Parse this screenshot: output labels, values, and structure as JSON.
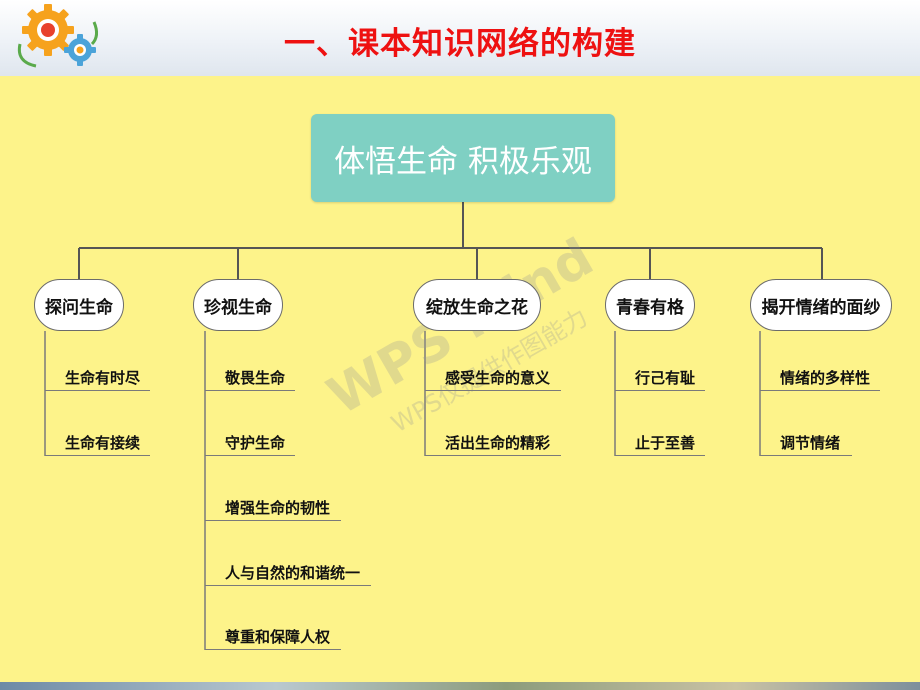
{
  "header": {
    "title": "一、课本知识网络的构建"
  },
  "diagram": {
    "root": "体悟生命  积极乐观",
    "branches": [
      {
        "label": "探问生命",
        "items": [
          "生命有时尽",
          "生命有接续"
        ]
      },
      {
        "label": "珍视生命",
        "items": [
          "敬畏生命",
          "守护生命",
          "增强生命的韧性",
          "人与自然的和谐统一",
          "尊重和保障人权"
        ]
      },
      {
        "label": "绽放生命之花",
        "items": [
          "感受生命的意义",
          "活出生命的精彩"
        ]
      },
      {
        "label": "青春有格",
        "items": [
          "行己有耻",
          "止于至善"
        ]
      },
      {
        "label": "揭开情绪的面纱",
        "items": [
          "情绪的多样性",
          "调节情绪"
        ]
      }
    ]
  },
  "watermark": {
    "main": "WPS Mind",
    "sub": "WPS仅提供作图能力"
  },
  "colors": {
    "title": "#ee1111",
    "canvas": "#fdf38a",
    "root": "#7fd0c3"
  }
}
